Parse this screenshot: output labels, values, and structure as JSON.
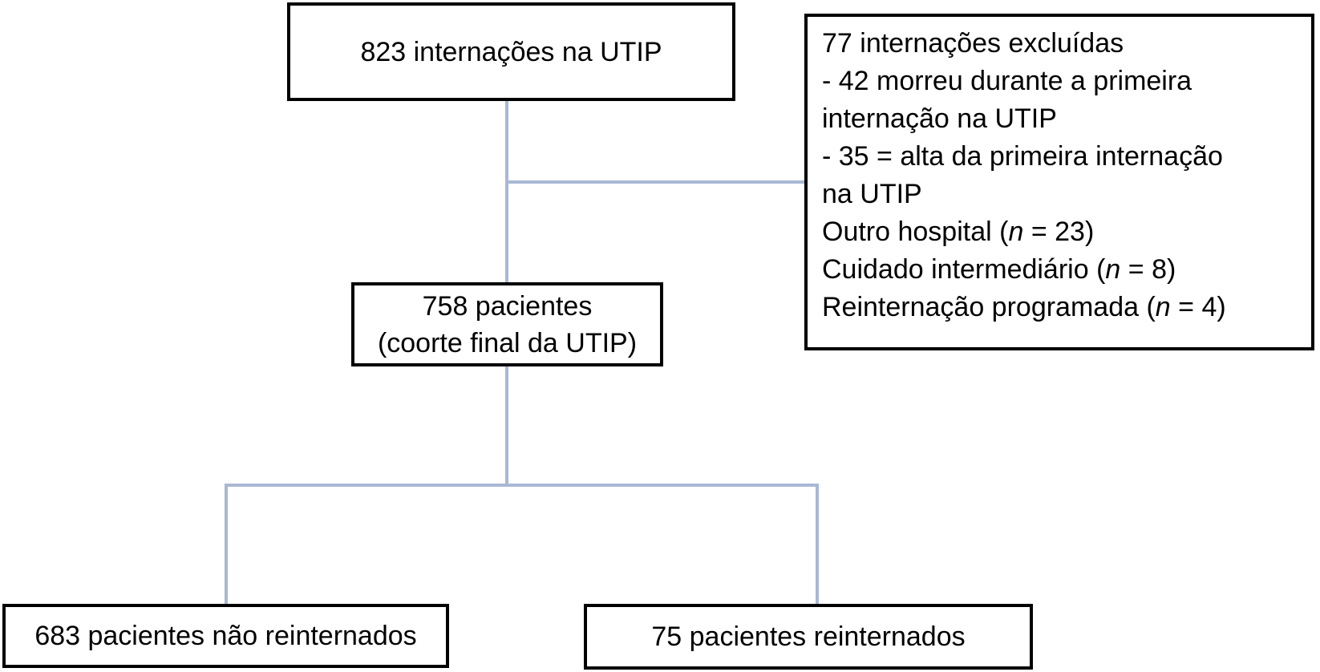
{
  "colors": {
    "background": "#ffffff",
    "box_border": "#000000",
    "text": "#000000",
    "connector": "#a9b8d3"
  },
  "diagram": {
    "top_box": {
      "label": "823 internações na UTIP"
    },
    "exclusion_box": {
      "lines": [
        {
          "pre": "77 internações excluídas",
          "n": "",
          "post": ""
        },
        {
          "pre": "- 42 morreu durante a primeira",
          "n": "",
          "post": ""
        },
        {
          "pre": "internação na UTIP",
          "n": "",
          "post": ""
        },
        {
          "pre": "- 35 = alta da primeira internação",
          "n": "",
          "post": ""
        },
        {
          "pre": "na UTIP",
          "n": "",
          "post": ""
        },
        {
          "pre": "Outro hospital (",
          "n": "n",
          "post": " = 23)"
        },
        {
          "pre": "Cuidado intermediário (",
          "n": "n",
          "post": " = 8)"
        },
        {
          "pre": "Reinternação programada (",
          "n": "n",
          "post": " = 4)"
        }
      ]
    },
    "cohort_box": {
      "line1": "758 pacientes",
      "line2": "(coorte final da UTIP)"
    },
    "not_readmitted_box": {
      "label": "683 pacientes não reinternados"
    },
    "readmitted_box": {
      "label": "75 pacientes reinternados"
    }
  }
}
